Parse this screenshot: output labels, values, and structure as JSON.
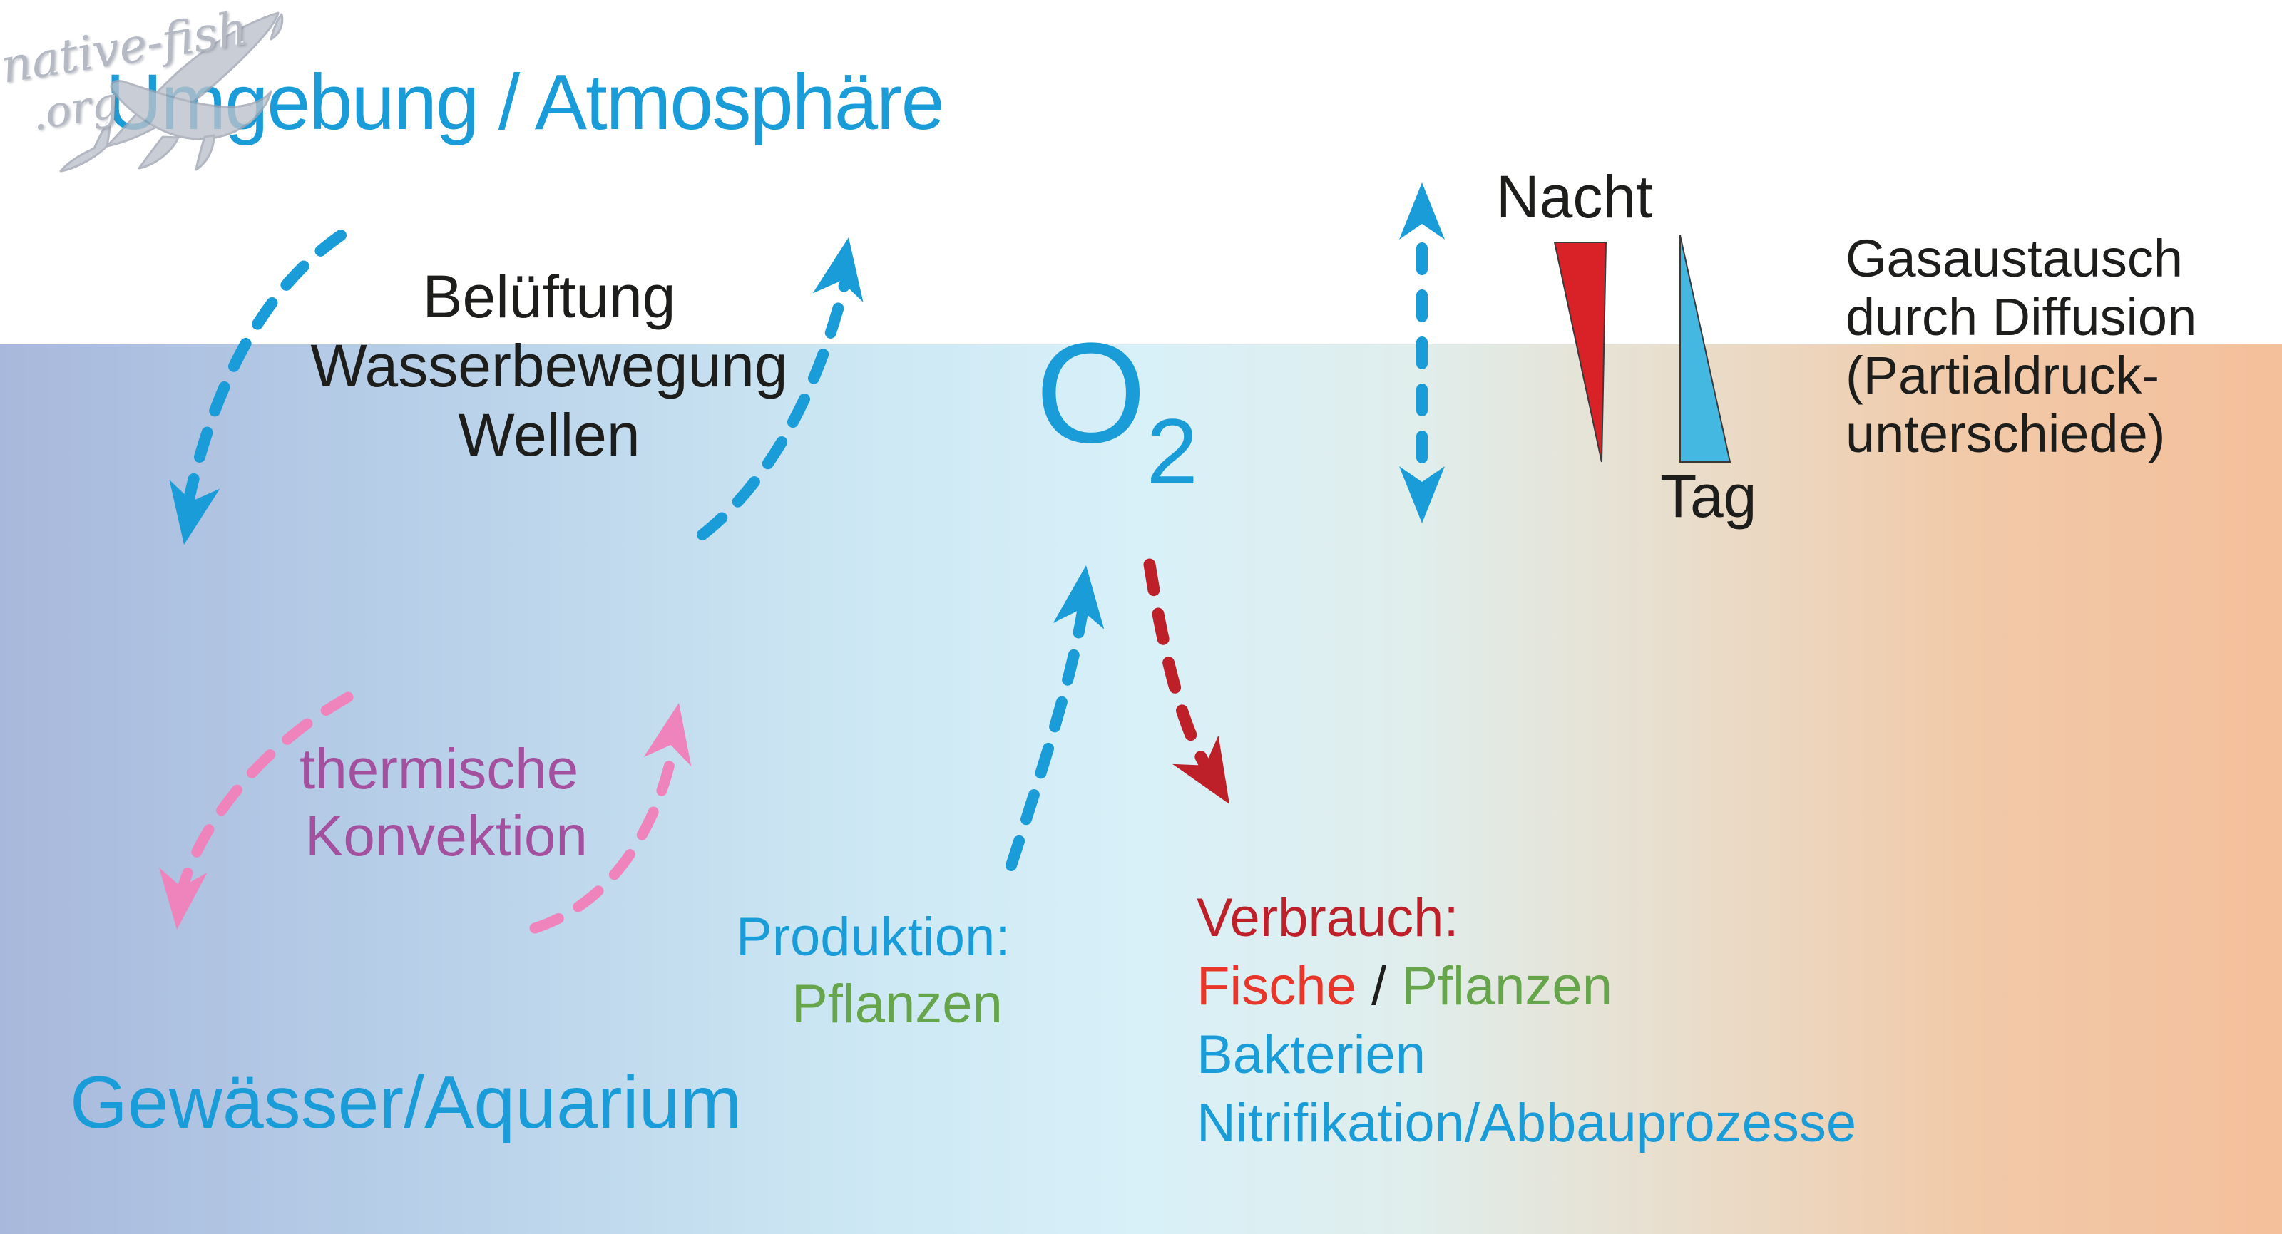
{
  "title": "Umgebung / Atmosphäre",
  "aeration": {
    "line1": "Belüftung",
    "line2": "Wasserbewegung",
    "line3": "Wellen"
  },
  "o2": {
    "symbol": "O",
    "subscript": "2"
  },
  "diffusion": {
    "night": "Nacht",
    "day": "Tag",
    "line1": "Gasaustausch",
    "line2": "durch Diffusion",
    "line3": "(Partialdruck-",
    "line4": "unterschiede)"
  },
  "convection": {
    "line1": "thermische",
    "line2": "Konvektion"
  },
  "production": {
    "label": "Produktion:",
    "plants": "Pflanzen"
  },
  "consumption": {
    "label": "Verbrauch:",
    "fish": "Fische",
    "separator": " / ",
    "plants": "Pflanzen",
    "line3": "Bakterien",
    "line4": "Nitrifikation/Abbauprozesse"
  },
  "water_label": "Gewässer/Aquarium",
  "watermark": {
    "line1": "native-fish",
    "line2": ".org"
  },
  "colors": {
    "cyan": "#1a9cd8",
    "cyan_triangle": "#45b8e1",
    "red_triangle": "#d92128",
    "red_arrow": "#be202a",
    "pink": "#ef83bc",
    "black": "#1d1d1b",
    "water_left": "#a8b8dc",
    "water_mid": "#d8f0f8",
    "water_right": "#f4bf9b"
  }
}
